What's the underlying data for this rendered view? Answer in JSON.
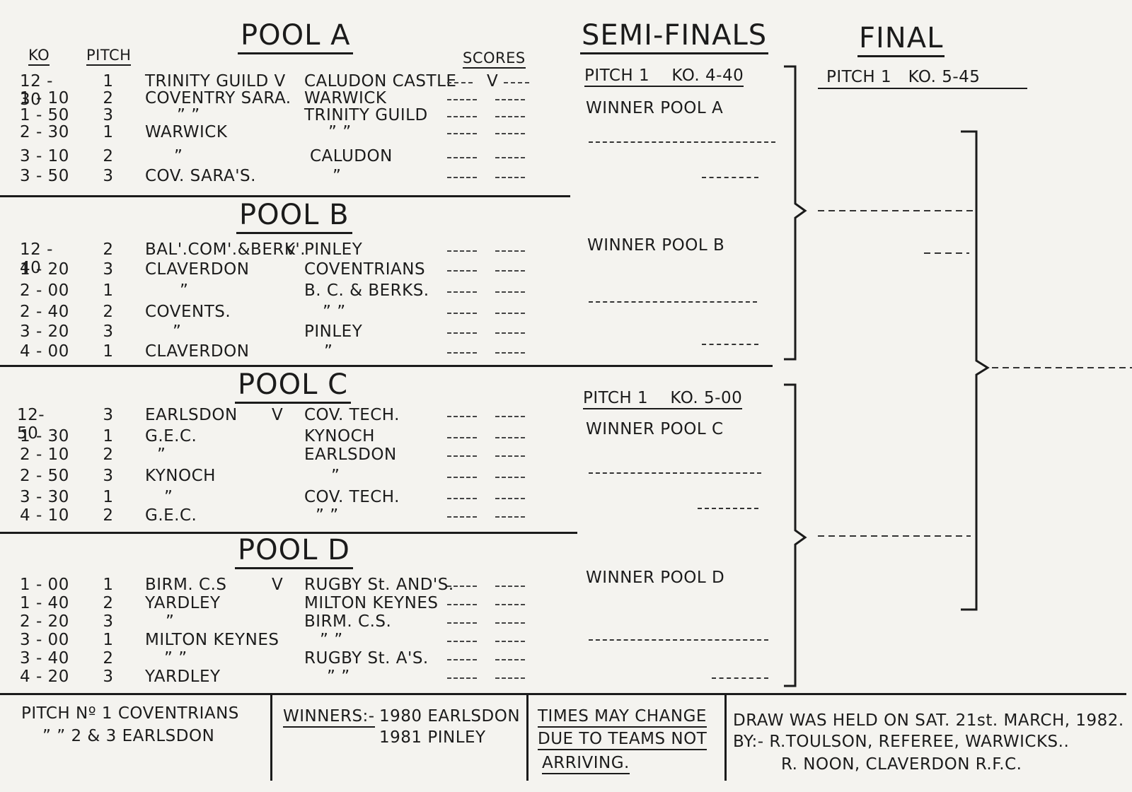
{
  "headers": {
    "ko": "KO",
    "pitch": "PITCH",
    "scores": "SCORES"
  },
  "pools": [
    {
      "title": "POOL A",
      "rows": [
        {
          "ko": "12 - 30",
          "pitch": "1",
          "home": "TRINITY GUILD V",
          "away": "CALUDON CASTLE",
          "v": "V"
        },
        {
          "ko": "1 - 10",
          "pitch": "2",
          "home": "COVENTRY SARA.",
          "away": "WARWICK",
          "v": ""
        },
        {
          "ko": "1 - 50",
          "pitch": "3",
          "home": "”        ”",
          "away": "TRINITY GUILD",
          "v": ""
        },
        {
          "ko": "2 - 30",
          "pitch": "1",
          "home": "WARWICK",
          "away": "”       ”",
          "v": ""
        },
        {
          "ko": "3 - 10",
          "pitch": "2",
          "home": "”",
          "away": "CALUDON",
          "v": ""
        },
        {
          "ko": "3 - 50",
          "pitch": "3",
          "home": "COV.  SARA'S.",
          "away": "”",
          "v": ""
        }
      ]
    },
    {
      "title": "POOL B",
      "rows": [
        {
          "ko": "12 - 40",
          "pitch": "2",
          "home": "BAL'.COM'.&BERK'.",
          "away": "PINLEY",
          "v": "v"
        },
        {
          "ko": "1 - 20",
          "pitch": "3",
          "home": "CLAVERDON",
          "away": "COVENTRIANS",
          "v": ""
        },
        {
          "ko": "2 - 00",
          "pitch": "1",
          "home": "”",
          "away": "B. C. & BERKS.",
          "v": ""
        },
        {
          "ko": "2 - 40",
          "pitch": "2",
          "home": "COVENTS.",
          "away": "”       ”",
          "v": ""
        },
        {
          "ko": "3 - 20",
          "pitch": "3",
          "home": "”",
          "away": "PINLEY",
          "v": ""
        },
        {
          "ko": "4 - 00",
          "pitch": "1",
          "home": "CLAVERDON",
          "away": "”",
          "v": ""
        }
      ]
    },
    {
      "title": "POOL C",
      "rows": [
        {
          "ko": "12- 50",
          "pitch": "3",
          "home": "EARLSDON",
          "away": "COV. TECH.",
          "v": "V"
        },
        {
          "ko": "1 - 30",
          "pitch": "1",
          "home": "G.E.C.",
          "away": "KYNOCH",
          "v": ""
        },
        {
          "ko": "2 - 10",
          "pitch": "2",
          "home": "”",
          "away": "EARLSDON",
          "v": ""
        },
        {
          "ko": "2 - 50",
          "pitch": "3",
          "home": "KYNOCH",
          "away": "”",
          "v": ""
        },
        {
          "ko": "3 - 30",
          "pitch": "1",
          "home": "”",
          "away": "COV.  TECH.",
          "v": ""
        },
        {
          "ko": "4 - 10",
          "pitch": "2",
          "home": "G.E.C.",
          "away": "”      ”",
          "v": ""
        }
      ]
    },
    {
      "title": "POOL D",
      "rows": [
        {
          "ko": "1 - 00",
          "pitch": "1",
          "home": "BIRM. C.S",
          "away": "RUGBY St. AND'S.",
          "v": "V"
        },
        {
          "ko": "1 - 40",
          "pitch": "2",
          "home": "YARDLEY",
          "away": "MILTON KEYNES",
          "v": ""
        },
        {
          "ko": "2 - 20",
          "pitch": "3",
          "home": "”",
          "away": "BIRM. C.S.",
          "v": ""
        },
        {
          "ko": "3 - 00",
          "pitch": "1",
          "home": "MILTON  KEYNES",
          "away": "”      ”",
          "v": ""
        },
        {
          "ko": "3 - 40",
          "pitch": "2",
          "home": "”        ”",
          "away": "RUGBY  St. A'S.",
          "v": ""
        },
        {
          "ko": "4 - 20",
          "pitch": "3",
          "home": "YARDLEY",
          "away": "”       ”",
          "v": ""
        }
      ]
    }
  ],
  "semis": {
    "title": "SEMI-FINALS",
    "top": {
      "pitch": "PITCH  1",
      "ko": "KO. 4-40",
      "w1": "WINNER  POOL  A",
      "w2": "WINNER  POOL  B"
    },
    "bottom": {
      "pitch": "PITCH  1",
      "ko": "KO. 5-00",
      "w1": "WINNER  POOL  C",
      "w2": "WINNER  POOL  D"
    }
  },
  "final": {
    "title": "FINAL",
    "pitch": "PITCH  1",
    "ko": "KO. 5-45"
  },
  "footer": {
    "pitch_line1": "PITCH  Nº 1  COVENTRIANS",
    "pitch_line2": "”        ”  2 & 3  EARLSDON",
    "winners_label": "WINNERS:-",
    "winner_1980": "1980  EARLSDON",
    "winner_1981": "1981  PINLEY",
    "times_1": "TIMES MAY CHANGE",
    "times_2": "DUE TO TEAMS NOT",
    "times_3": "ARRIVING.",
    "draw_1": "DRAW WAS HELD ON SAT. 21st. MARCH, 1982.",
    "draw_2": "BY:- R.TOULSON,  REFEREE,  WARWICKS..",
    "draw_3": "R. NOON,  CLAVERDON  R.F.C."
  }
}
